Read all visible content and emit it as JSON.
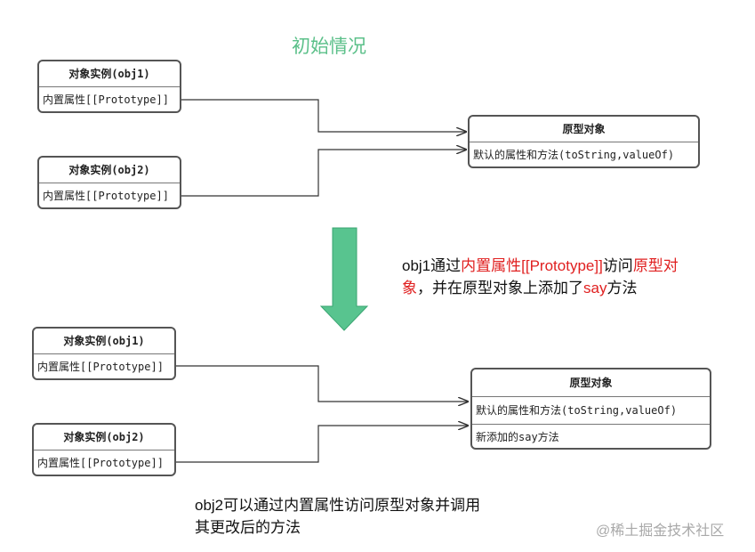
{
  "top_title": "初始情况",
  "obj1_top": {
    "header": "对象实例(obj1)",
    "prop": "内置属性[[Prototype]]"
  },
  "obj2_top": {
    "header": "对象实例(obj2)",
    "prop": "内置属性[[Prototype]]"
  },
  "proto_top": {
    "header": "原型对象",
    "row1": "默认的属性和方法(toString,valueOf)"
  },
  "note1": {
    "p1": "obj1通过",
    "p2": "内置属性[[Prototype]]",
    "p3": "访问",
    "p4": "原型对",
    "p5": "象",
    "p6": "，并在原型对象上添加了",
    "p7": "say",
    "p8": "方法"
  },
  "obj1_bottom": {
    "header": "对象实例(obj1)",
    "prop": "内置属性[[Prototype]]"
  },
  "obj2_bottom": {
    "header": "对象实例(obj2)",
    "prop": "内置属性[[Prototype]]"
  },
  "proto_bottom": {
    "header": "原型对象",
    "row1": "默认的属性和方法(toString,valueOf)",
    "row2": "新添加的say方法"
  },
  "note2": {
    "line1": "obj2可以通过内置属性访问原型对象并调用",
    "line2": "其更改后的方法"
  },
  "watermark": "@稀土掘金技术社区",
  "colors": {
    "title": "#5cc08a",
    "arrow_fill": "#58c48f",
    "arrow_stroke": "#3aa572",
    "highlight": "#e02020"
  }
}
